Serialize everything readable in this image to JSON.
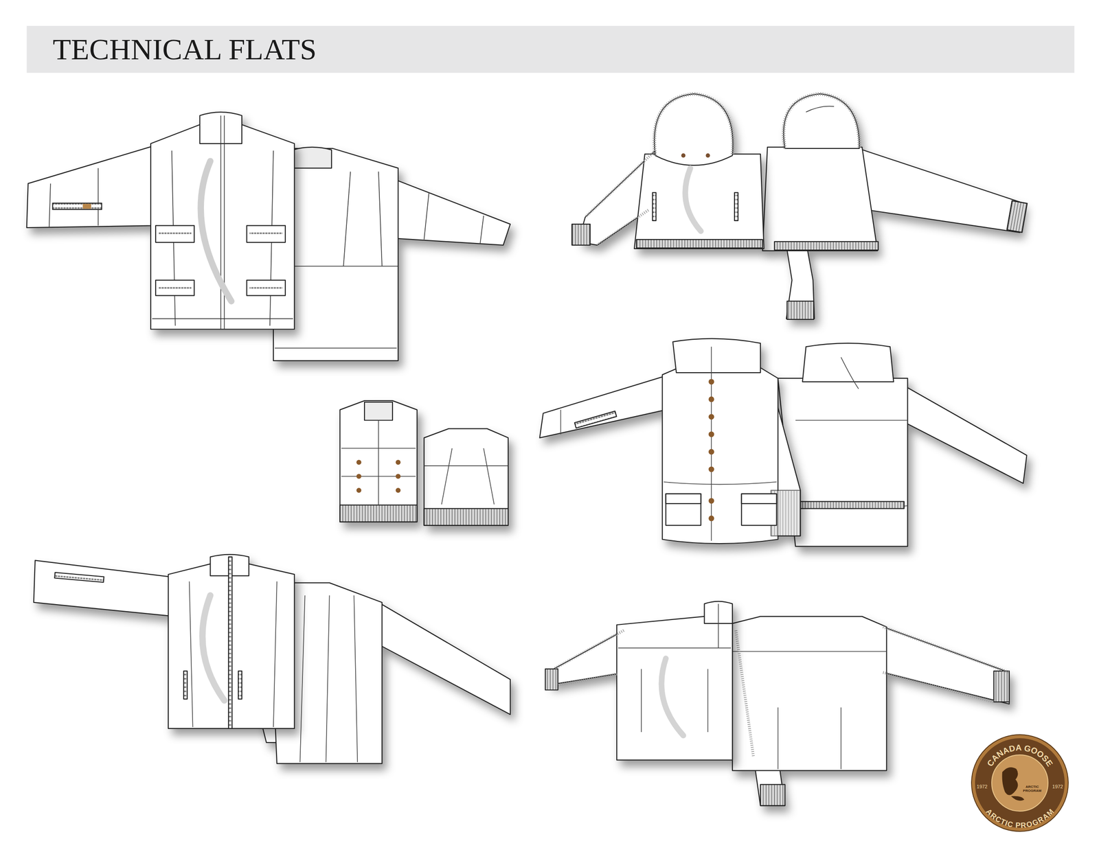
{
  "diagram": {
    "title": "TECHNICAL FLATS",
    "labels": [
      "CANADA GOOSE",
      "ARCTIC PROGRAM",
      "1972",
      "1972",
      "ARCTIC PROGRAM"
    ]
  }
}
